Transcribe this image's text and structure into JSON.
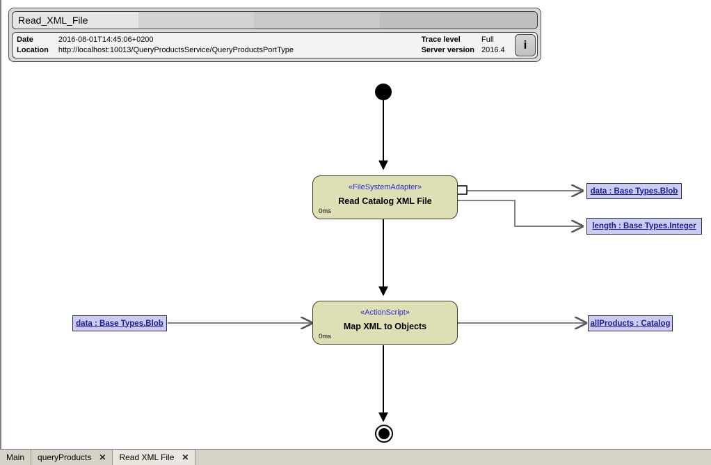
{
  "trace": {
    "title": "Read_XML_File",
    "fields_left": [
      {
        "key": "Date",
        "value": "2016-08-01T14:45:06+0200"
      },
      {
        "key": "Location",
        "value": "http://localhost:10013/QueryProductsService/QueryProductsPortType"
      }
    ],
    "fields_right": [
      {
        "key": "Trace level",
        "value": "Full"
      },
      {
        "key": "Server version",
        "value": "2016.4"
      }
    ],
    "info_button_label": "i"
  },
  "diagram": {
    "initial_node_name": "initial-node",
    "final_node_name": "activity-final-node",
    "activities": [
      {
        "stereotype": "«FileSystemAdapter»",
        "name": "Read Catalog XML File",
        "duration": "0ms"
      },
      {
        "stereotype": "«ActionScript»",
        "name": "Map XML to Objects",
        "duration": "0ms"
      }
    ],
    "objects": [
      {
        "label": "data : Base Types.Blob"
      },
      {
        "label": "length : Base Types.Integer"
      },
      {
        "label": "data : Base Types.Blob"
      },
      {
        "label": "allProducts : Catalog"
      }
    ],
    "colors": {
      "activity_fill": "#dedfb5",
      "object_fill": "#ccccf2",
      "object_text": "#1c1c8c",
      "stereotype_text": "#2b2bcc",
      "wire": "#808080",
      "control_flow": "#000000"
    }
  },
  "tabs": [
    {
      "label": "Main",
      "closable": false,
      "active": false
    },
    {
      "label": "queryProducts",
      "closable": true,
      "active": false,
      "close_glyph": "✕"
    },
    {
      "label": "Read XML File",
      "closable": true,
      "active": true,
      "close_glyph": "✕"
    }
  ]
}
